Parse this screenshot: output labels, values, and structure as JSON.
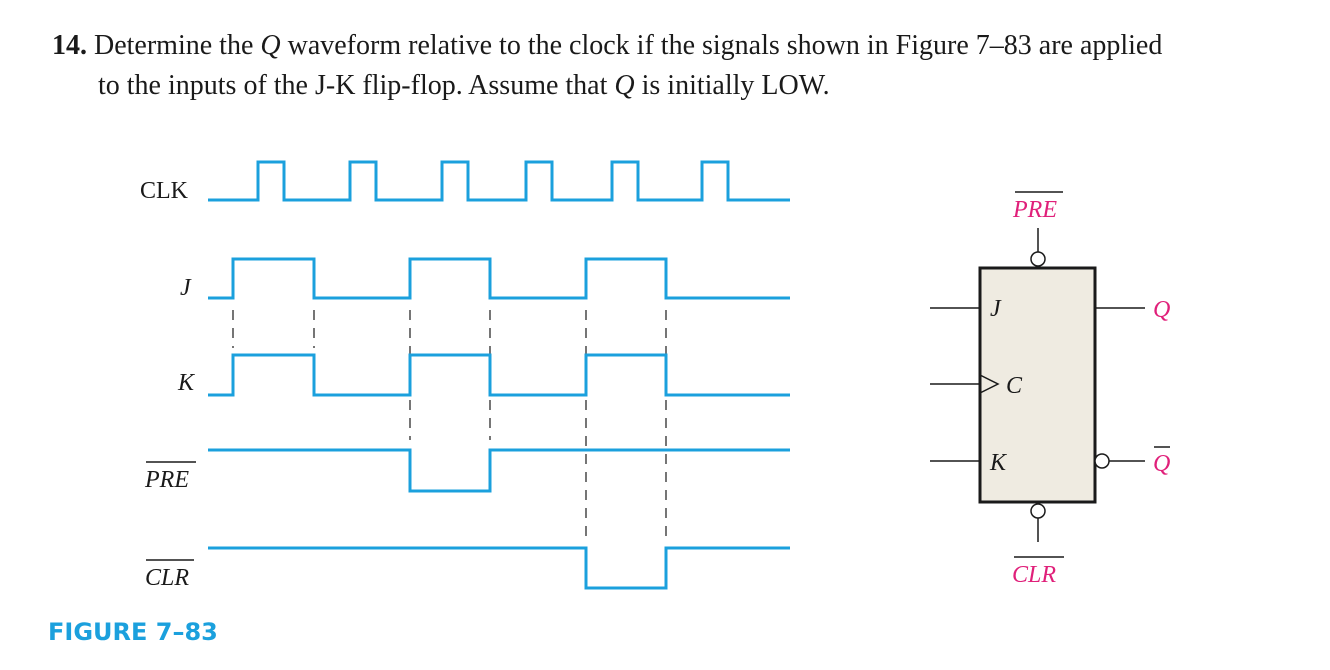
{
  "question": {
    "number": "14.",
    "line1_a": " Determine the ",
    "line1_q": "Q",
    "line1_b": " waveform relative to the clock if the signals shown in Figure 7–83 are applied",
    "line2_a": "to the inputs of the J-K flip-flop. Assume that ",
    "line2_q": "Q",
    "line2_b": " is initially LOW."
  },
  "timing_diagram": {
    "signals": [
      {
        "name": "CLK",
        "italic": false,
        "overbar": false
      },
      {
        "name": "J",
        "italic": true,
        "overbar": false
      },
      {
        "name": "K",
        "italic": true,
        "overbar": false
      },
      {
        "name": "PRE",
        "italic": true,
        "overbar": true
      },
      {
        "name": "CLR",
        "italic": true,
        "overbar": true
      }
    ],
    "clock_pulses": 6
  },
  "flip_flop": {
    "pre_label": "PRE",
    "clr_label": "CLR",
    "j_label": "J",
    "c_label": "C",
    "k_label": "K",
    "q_label": "Q",
    "qbar_label": "Q",
    "colors": {
      "body": "#efebe1",
      "pin_labels": "#e0207a",
      "waveforms": "#1ba0dd"
    }
  },
  "figure_caption": "FIGURE 7–83"
}
